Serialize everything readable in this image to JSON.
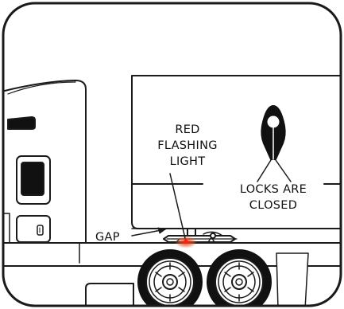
{
  "labels": {
    "red_light": [
      "RED",
      "FLASHING",
      "LIGHT"
    ],
    "locks": [
      "LOCKS ARE",
      "CLOSED"
    ],
    "gap": "GAP"
  },
  "colors": {
    "line": "#1a1a1a",
    "background": "#ffffff",
    "light_glow": "#e8542e"
  },
  "icons": {
    "lock_symbol": "closed-lock-jaw-icon"
  }
}
